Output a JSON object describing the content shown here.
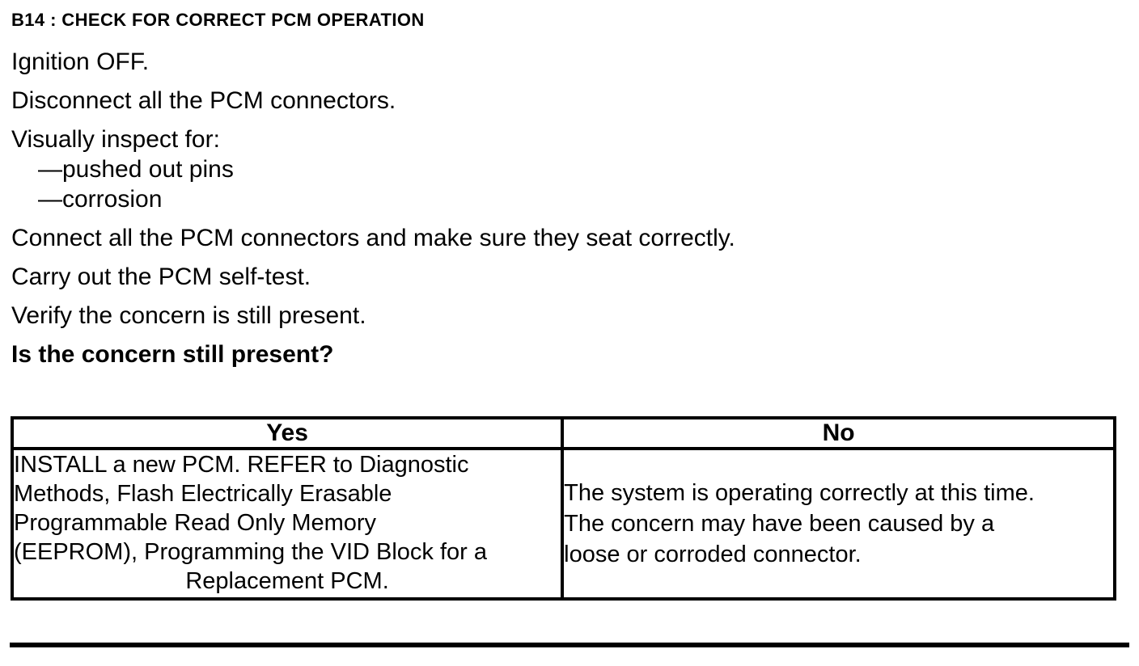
{
  "page": {
    "title": "B14 : CHECK FOR CORRECT PCM OPERATION",
    "steps": [
      {
        "text": "Ignition OFF."
      },
      {
        "text": "Disconnect all the PCM connectors."
      },
      {
        "text": "Visually inspect for:"
      },
      {
        "text": "—pushed out pins"
      },
      {
        "text": "—corrosion"
      },
      {
        "text": "Connect all the PCM connectors and make sure they seat correctly."
      },
      {
        "text": "Carry out the PCM self-test."
      },
      {
        "text": "Verify the concern is still present."
      },
      {
        "text": "Is the concern still present?"
      }
    ],
    "table": {
      "headers": [
        "Yes",
        "No"
      ],
      "yes_lines": [
        "INSTALL a new PCM. REFER to Diagnostic",
        "Methods, Flash Electrically Erasable",
        "Programmable Read Only Memory",
        "(EEPROM), Programming the VID Block for a",
        "Replacement PCM."
      ],
      "no_lines": [
        "The system is operating correctly at this time.",
        "The concern may have been caused by a",
        "loose or corroded connector."
      ]
    },
    "colors": {
      "ink": "#000000",
      "paper": "#ffffff"
    }
  }
}
